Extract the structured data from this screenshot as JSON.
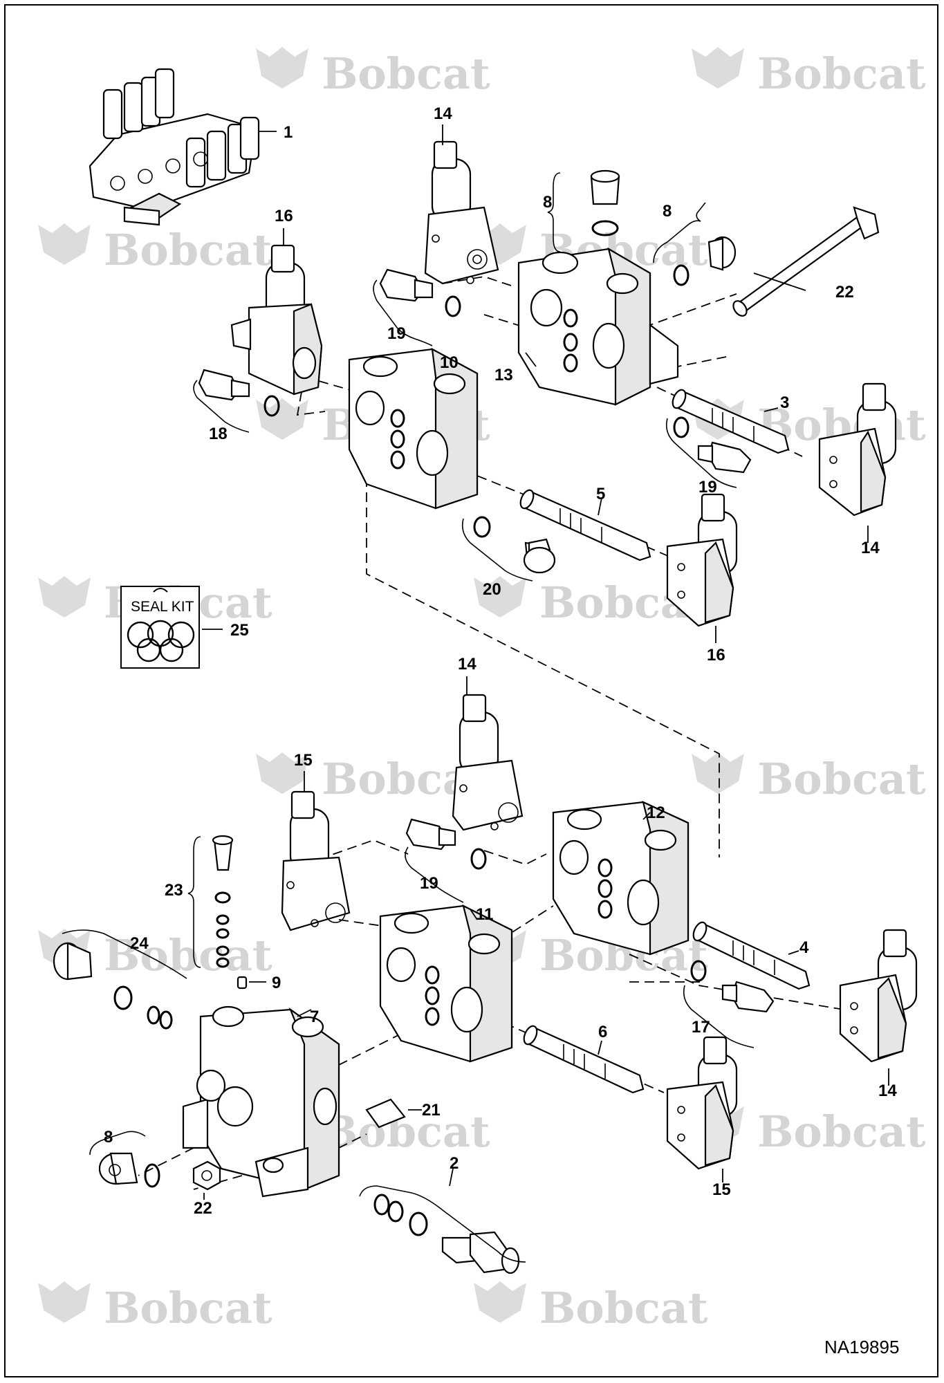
{
  "watermark": {
    "text": "Bobcat",
    "color": "#d4d4d4"
  },
  "diagram_code": "NA19895",
  "seal_kit": {
    "label": "SEAL KIT",
    "callout": "25"
  },
  "callouts": [
    "1",
    "14",
    "16",
    "8",
    "8",
    "22",
    "19",
    "10",
    "13",
    "3",
    "18",
    "14",
    "19",
    "5",
    "20",
    "16",
    "14",
    "15",
    "12",
    "23",
    "19",
    "24",
    "11",
    "4",
    "9",
    "7",
    "17",
    "14",
    "6",
    "21",
    "8",
    "2",
    "22",
    "15"
  ]
}
